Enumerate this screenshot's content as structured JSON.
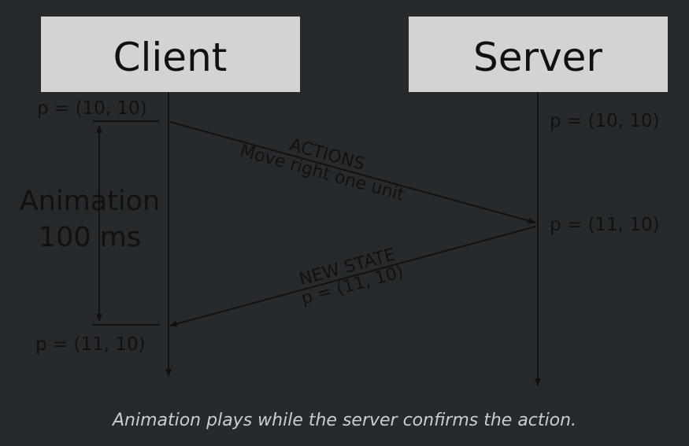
{
  "diagram": {
    "client_label": "Client",
    "server_label": "Server",
    "client_start_state": "p = (10, 10)",
    "client_end_state": "p = (11, 10)",
    "server_start_state": "p = (10, 10)",
    "server_end_state": "p = (11, 10)",
    "animation_label_line1": "Animation",
    "animation_label_line2": "100 ms",
    "request_title": "ACTIONS",
    "request_detail": "Move right one unit",
    "response_title": "NEW STATE",
    "response_detail": "p = (11, 10)",
    "box_color": "#d3d3d3",
    "ink_color": "#111111",
    "background_color": "#272a2d"
  },
  "caption": "Animation plays while the server confirms the action."
}
